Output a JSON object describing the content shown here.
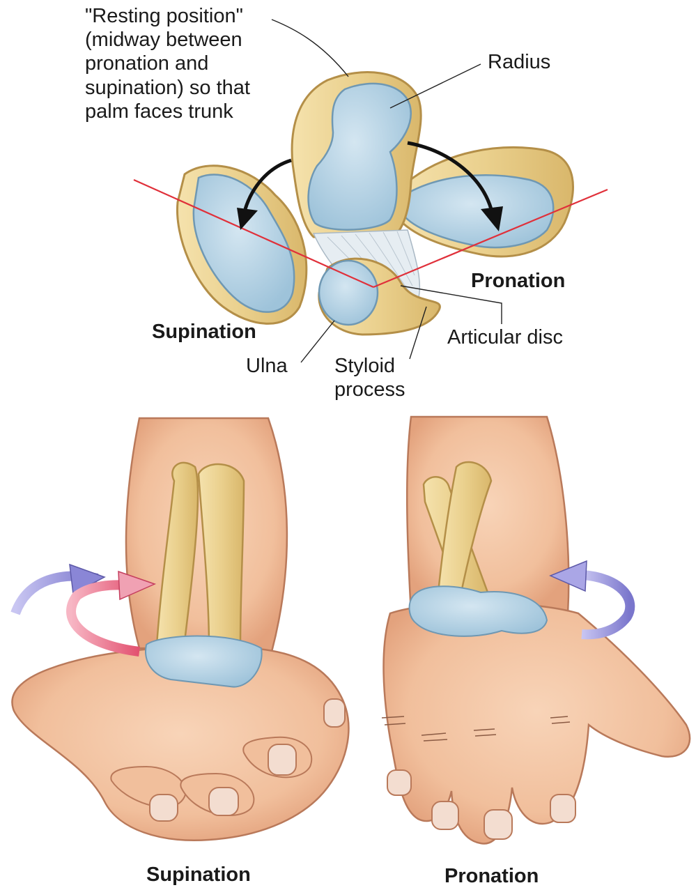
{
  "labels": {
    "resting_position": "\"Resting position\"\n(midway between\npronation and\nsupination) so that\npalm faces trunk",
    "radius": "Radius",
    "pronation_top": "Pronation",
    "supination_top": "Supination",
    "articular_disc": "Articular disc",
    "ulna": "Ulna",
    "styloid_process": "Styloid\nprocess",
    "supination_bottom": "Supination",
    "pronation_bottom": "Pronation"
  },
  "colors": {
    "bone_outer": "#efd9a0",
    "bone_edge": "#c9a45a",
    "cartilage_blue": "#b9d5e6",
    "cartilage_edge": "#6f98b3",
    "skin": "#f4c7a6",
    "skin_shadow": "#e1a47f",
    "skin_edge": "#b9795a",
    "guide_line": "#e0303a",
    "arrow_black": "#111111",
    "arrow_purple": "#8a86d6",
    "arrow_pink": "#e65a7a"
  }
}
